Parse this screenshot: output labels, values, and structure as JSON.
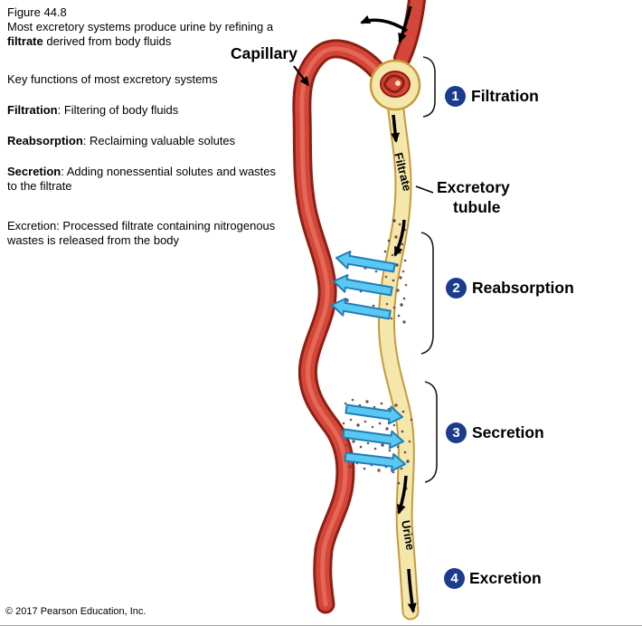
{
  "figure": {
    "label": "Figure 44.8",
    "caption_part1": "Most excretory systems produce urine by refining a ",
    "caption_bold": "filtrate",
    "caption_part2": " derived from body fluids"
  },
  "key_functions": {
    "heading": "Key functions of most excretory systems",
    "items": [
      {
        "term": "Filtration",
        "desc": ": Filtering of body fluids"
      },
      {
        "term": "Reabsorption",
        "desc": ": Reclaiming valuable solutes"
      },
      {
        "term": "Secretion",
        "desc": ": Adding nonessential solutes and wastes to the filtrate"
      },
      {
        "term": "Excretion",
        "desc": ": Processed filtrate containing nitrogenous wastes is released from the body"
      }
    ]
  },
  "diagram": {
    "capillary_label": "Capillary",
    "tubule_label_line1": "Excretory",
    "tubule_label_line2": "tubule",
    "filtrate_label": "Filtrate",
    "urine_label": "Urine",
    "steps": [
      {
        "num": "1",
        "label": "Filtration"
      },
      {
        "num": "2",
        "label": "Reabsorption"
      },
      {
        "num": "3",
        "label": "Secretion"
      },
      {
        "num": "4",
        "label": "Excretion"
      }
    ]
  },
  "colors": {
    "capillary_red": "#d4463a",
    "capillary_outline": "#8e1f13",
    "tubule_yellow": "#f4e7ac",
    "tubule_outline": "#c79a3b",
    "transport_arrow_blue": "#5bc8f3",
    "transport_arrow_outline": "#1f7fb6",
    "step_badge_navy": "#1b3c8c"
  },
  "footer": {
    "copyright": "© 2017 Pearson Education, Inc."
  }
}
